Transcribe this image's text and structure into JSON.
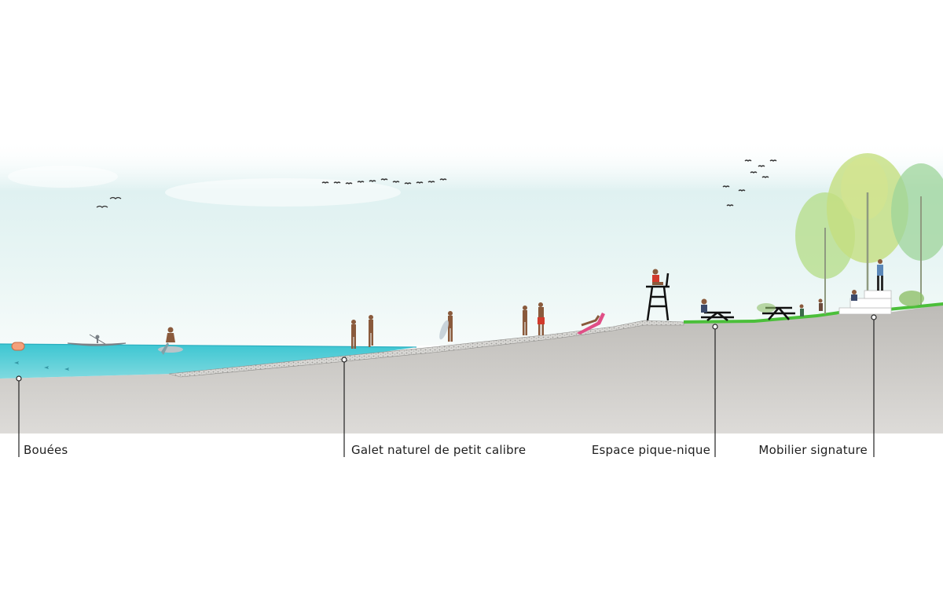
{
  "colors": {
    "water": "#3fc3cf",
    "water_deep": "#2fb0c0",
    "ground": "#c9c7c3",
    "ground_dark": "#b8b6b2",
    "gravel": "#d7d6d3",
    "grass": "#4bbf3a",
    "sky": "#d9eff0",
    "buoy": "#f4a07a",
    "leader": "#222222"
  },
  "callouts": [
    {
      "id": "buoys",
      "label": "Bouées"
    },
    {
      "id": "gravel",
      "label": "Galet naturel de petit calibre"
    },
    {
      "id": "picnic",
      "label": "Espace pique-nique"
    },
    {
      "id": "furniture",
      "label": "Mobilier signature"
    }
  ]
}
